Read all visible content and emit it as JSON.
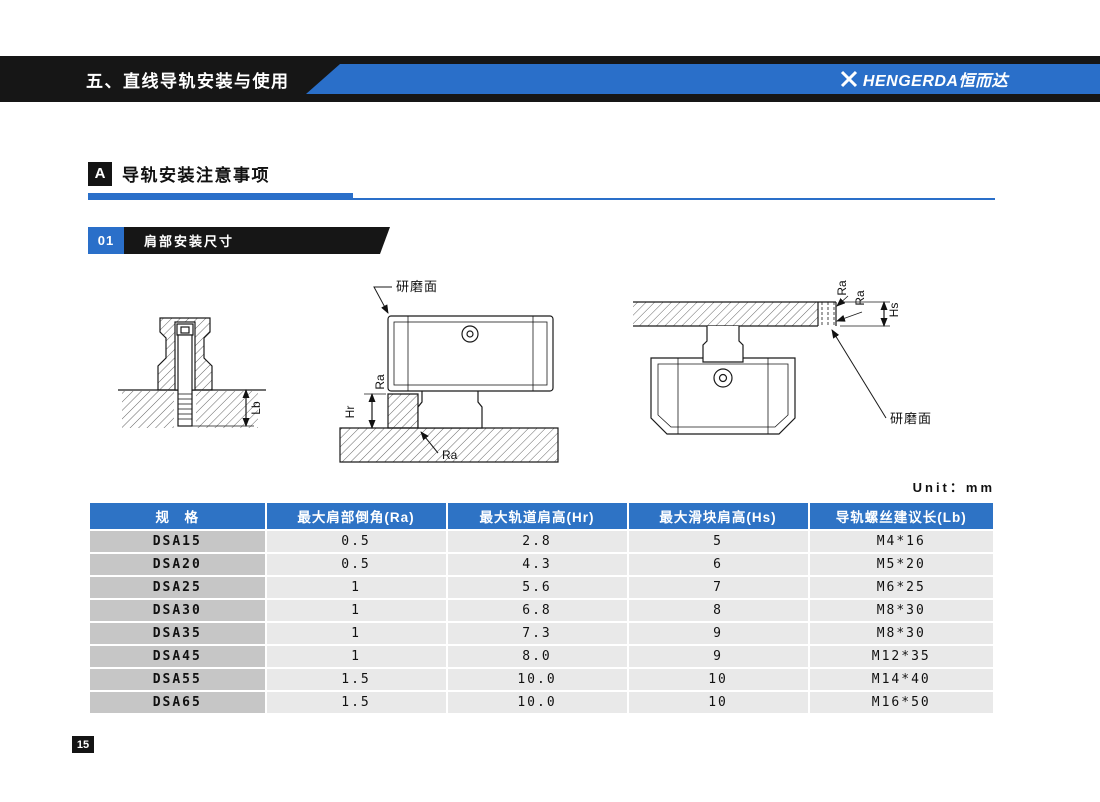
{
  "header": {
    "section_title": "五、直线导轨安装与使用",
    "brand": "HENGERDA恒而达"
  },
  "section_a": {
    "badge": "A",
    "title": "导轨安装注意事项"
  },
  "section_01": {
    "number": "01",
    "title": "肩部安装尺寸"
  },
  "diagrams": {
    "labels": {
      "ground_surface": "研磨面",
      "ra": "Ra",
      "hr": "Hr",
      "hs": "Hs",
      "lb": "Lb"
    },
    "unit": "Unit：mm"
  },
  "table": {
    "headers": [
      "规　格",
      "最大肩部倒角(Ra)",
      "最大轨道肩高(Hr)",
      "最大滑块肩高(Hs)",
      "导轨螺丝建议长(Lb)"
    ],
    "rows": [
      [
        "DSA15",
        "0.5",
        "2.8",
        "5",
        "M4*16"
      ],
      [
        "DSA20",
        "0.5",
        "4.3",
        "6",
        "M5*20"
      ],
      [
        "DSA25",
        "1",
        "5.6",
        "7",
        "M6*25"
      ],
      [
        "DSA30",
        "1",
        "6.8",
        "8",
        "M8*30"
      ],
      [
        "DSA35",
        "1",
        "7.3",
        "9",
        "M8*30"
      ],
      [
        "DSA45",
        "1",
        "8.0",
        "9",
        "M12*35"
      ],
      [
        "DSA55",
        "1.5",
        "10.0",
        "10",
        "M14*40"
      ],
      [
        "DSA65",
        "1.5",
        "10.0",
        "10",
        "M16*50"
      ]
    ]
  },
  "footer": {
    "page_number": "15"
  },
  "colors": {
    "accent_blue": "#2a6fc9",
    "table_header_blue": "#2e73c5",
    "bar_black": "#161616",
    "row_gray": "#e9e9e9",
    "spec_col_gray": "#c6c6c6"
  }
}
